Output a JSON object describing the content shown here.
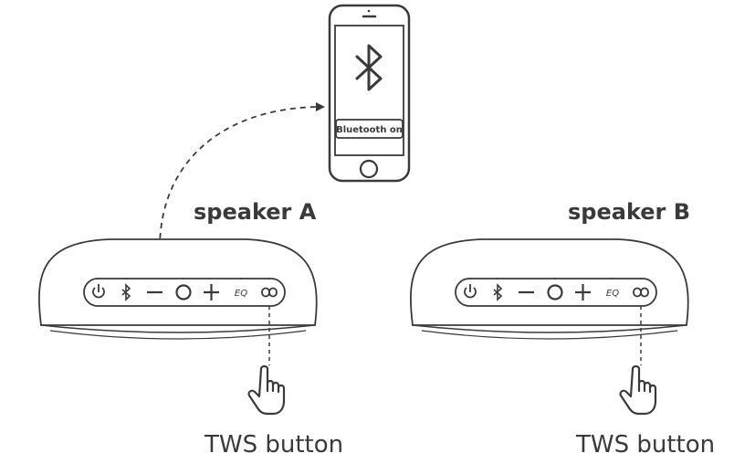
{
  "phone": {
    "screen_text": "Bluetooth on",
    "screen_icon": "bluetooth-icon"
  },
  "speakers": [
    {
      "title": "speaker A",
      "tws_label": "TWS button",
      "controls": [
        "power-icon",
        "bluetooth-icon",
        "volume-down-icon",
        "play-pause-icon",
        "volume-up-icon",
        "eq-icon",
        "tws-infinity-icon"
      ],
      "eq_text": "EQ"
    },
    {
      "title": "speaker B",
      "tws_label": "TWS button",
      "controls": [
        "power-icon",
        "bluetooth-icon",
        "volume-down-icon",
        "play-pause-icon",
        "volume-up-icon",
        "eq-icon",
        "tws-infinity-icon"
      ],
      "eq_text": "EQ"
    }
  ],
  "colors": {
    "stroke": "#3a3a3a",
    "background": "#ffffff"
  }
}
